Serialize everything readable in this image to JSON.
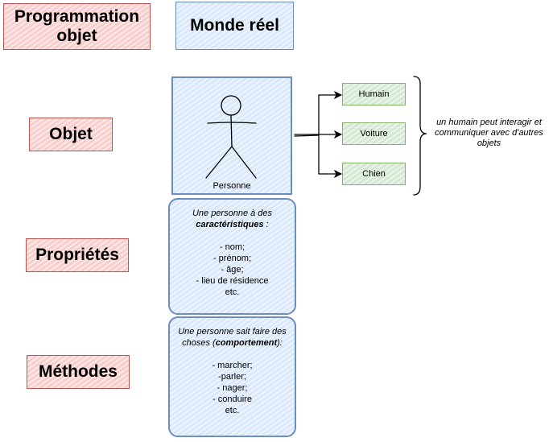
{
  "headers": {
    "programmation": "Programmation objet",
    "monde": "Monde réel"
  },
  "rows": {
    "objet": "Objet",
    "proprietes": "Propriétés",
    "methodes": "Méthodes"
  },
  "person": {
    "label": "Personne"
  },
  "interactions": {
    "items": [
      "Humain",
      "Voiture",
      "Chien"
    ],
    "note": "un humain peut interagir  et communiquer avec d'autres objets"
  },
  "properties": {
    "intro_prefix": "Une personne à des",
    "intro_bold": "caractéristiques",
    "intro_suffix": " :",
    "items": [
      "- nom;",
      "- prénom;",
      "- âge;",
      "- lieu de résidence",
      "etc."
    ]
  },
  "methods": {
    "intro_prefix": "Une personne sait faire des choses (",
    "intro_bold": "comportement",
    "intro_suffix": "):",
    "items": [
      "- marcher;",
      "-parler;",
      "- nager;",
      "- conduire",
      "etc."
    ]
  },
  "colors": {
    "red_stroke": "#b85450",
    "red_fill": "#f8cecc",
    "blue_stroke": "#6c8ebf",
    "blue_fill": "#dae8fc",
    "green_stroke": "#82b366",
    "green_fill": "#d5e8d4"
  }
}
